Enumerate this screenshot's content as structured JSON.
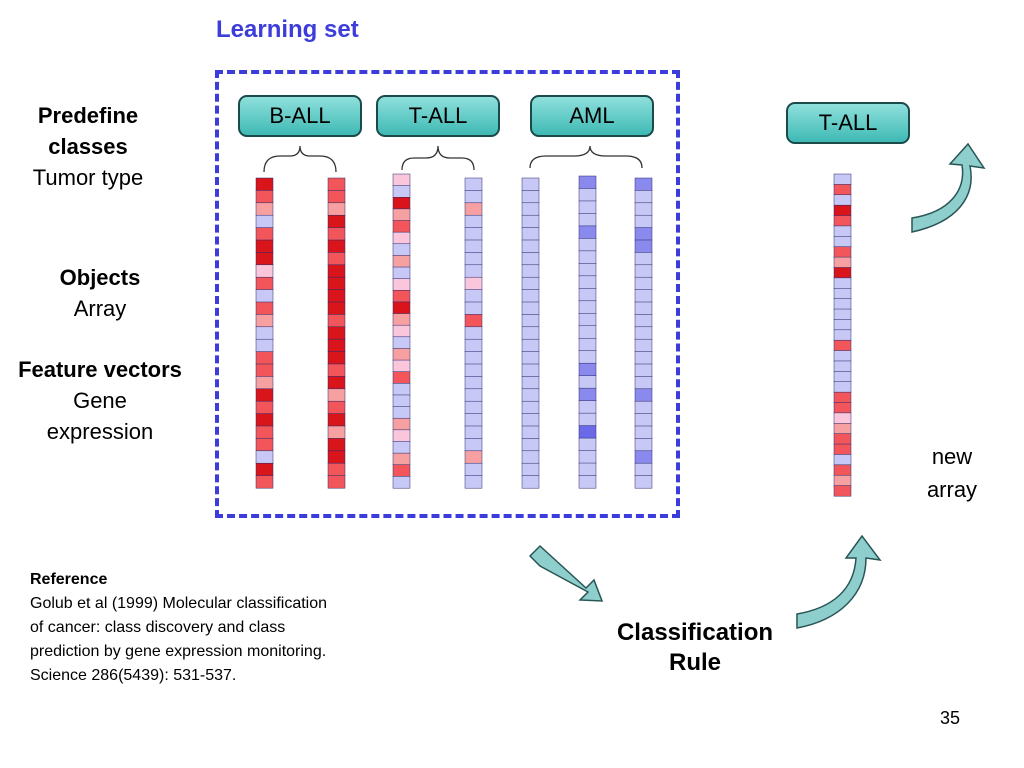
{
  "learning_set_title": "Learning set",
  "side_labels": {
    "classes_heading": "Predefine classes",
    "classes_sub": "Tumor type",
    "objects_heading": "Objects",
    "objects_sub": "Array",
    "features_heading": "Feature vectors",
    "features_sub_1": "Gene",
    "features_sub_2": "expression"
  },
  "classes": [
    {
      "label": "B-ALL"
    },
    {
      "label": "T-ALL"
    },
    {
      "label": "AML"
    }
  ],
  "new_class_label": "T-ALL",
  "new_array_line1": "new",
  "new_array_line2": "array",
  "reference": {
    "heading": "Reference",
    "line1": "Golub et al (1999) Molecular classification",
    "line2": "of cancer: class discovery and class",
    "line3": "prediction by gene expression monitoring.",
    "line4": "Science 286(5439): 531-537."
  },
  "rule_line1": "Classification",
  "rule_line2": "Rule",
  "page_number": "35",
  "colors": {
    "dashed_border": "#3c3cdc",
    "class_box": "#5fcfca",
    "arrow_fill": "#8ecfce",
    "red_strong": "#d9141a",
    "red_mid": "#f2565a",
    "red_light": "#f7a0a2",
    "pink": "#f9c6dc",
    "blue_light": "#c8c8f6",
    "blue_mid": "#8a8aee",
    "blue_strong": "#6a6ae8"
  },
  "arrays": [
    {
      "name": "b-all-array-1",
      "cells": [
        "R",
        "M",
        "L",
        "B",
        "M",
        "R",
        "R",
        "P",
        "M",
        "B",
        "M",
        "L",
        "B",
        "B",
        "M",
        "M",
        "L",
        "R",
        "M",
        "R",
        "M",
        "M",
        "B",
        "R",
        "M"
      ]
    },
    {
      "name": "b-all-array-2",
      "cells": [
        "M",
        "M",
        "L",
        "R",
        "M",
        "R",
        "M",
        "R",
        "R",
        "R",
        "R",
        "M",
        "R",
        "R",
        "R",
        "M",
        "R",
        "L",
        "M",
        "R",
        "L",
        "R",
        "R",
        "M",
        "M"
      ]
    },
    {
      "name": "t-all-array-1",
      "cells": [
        "P",
        "B",
        "R",
        "L",
        "M",
        "P",
        "B",
        "L",
        "B",
        "P",
        "M",
        "R",
        "L",
        "P",
        "B",
        "L",
        "P",
        "M",
        "B",
        "B",
        "B",
        "L",
        "P",
        "B",
        "L",
        "M",
        "B"
      ]
    },
    {
      "name": "t-all-array-2",
      "cells": [
        "B",
        "B",
        "L",
        "B",
        "B",
        "B",
        "B",
        "B",
        "P",
        "B",
        "B",
        "M",
        "B",
        "B",
        "B",
        "B",
        "B",
        "B",
        "B",
        "B",
        "B",
        "B",
        "L",
        "B",
        "B"
      ]
    },
    {
      "name": "aml-array-1",
      "cells": [
        "B",
        "B",
        "B",
        "B",
        "B",
        "B",
        "B",
        "B",
        "B",
        "B",
        "B",
        "B",
        "B",
        "B",
        "B",
        "B",
        "B",
        "B",
        "B",
        "B",
        "B",
        "B",
        "B",
        "B",
        "B"
      ]
    },
    {
      "name": "aml-array-2",
      "cells": [
        "D",
        "B",
        "B",
        "B",
        "D",
        "B",
        "B",
        "B",
        "B",
        "B",
        "B",
        "B",
        "B",
        "B",
        "B",
        "D",
        "B",
        "D",
        "B",
        "B",
        "X",
        "B",
        "B",
        "B",
        "B"
      ]
    },
    {
      "name": "aml-array-3",
      "cells": [
        "D",
        "B",
        "B",
        "B",
        "D",
        "D",
        "B",
        "B",
        "B",
        "B",
        "B",
        "B",
        "B",
        "B",
        "B",
        "B",
        "B",
        "D",
        "B",
        "B",
        "B",
        "B",
        "D",
        "B",
        "B"
      ]
    }
  ],
  "new_array_cells": [
    "B",
    "M",
    "B",
    "R",
    "M",
    "B",
    "B",
    "M",
    "L",
    "R",
    "B",
    "B",
    "B",
    "B",
    "B",
    "B",
    "M",
    "B",
    "B",
    "B",
    "B",
    "M",
    "M",
    "P",
    "L",
    "M",
    "M",
    "B",
    "M",
    "L",
    "M"
  ]
}
